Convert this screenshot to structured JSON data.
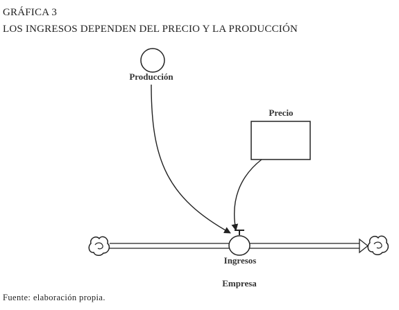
{
  "header": {
    "figure_label": "GRÁFICA 3",
    "title": "LOS INGRESOS DEPENDEN DEL PRECIO Y LA PRODUCCIÓN"
  },
  "diagram": {
    "nodes": {
      "produccion": {
        "label": "Producción",
        "shape": "circle"
      },
      "precio": {
        "label": "Precio",
        "shape": "box"
      },
      "ingresos": {
        "label": "Ingresos",
        "shape": "flow-valve"
      },
      "empresa": {
        "label": "Empresa"
      }
    },
    "links": [
      {
        "from": "Producción",
        "to": "Ingresos",
        "type": "connector-arrow"
      },
      {
        "from": "Precio",
        "to": "Ingresos",
        "type": "connector-arrow"
      },
      {
        "from": "source-cloud",
        "to": "sink-cloud",
        "type": "flow-pipe"
      }
    ],
    "icons": [
      "cloud-source-icon",
      "cloud-sink-icon"
    ]
  },
  "footer": {
    "source": "Fuente: elaboración propia."
  }
}
